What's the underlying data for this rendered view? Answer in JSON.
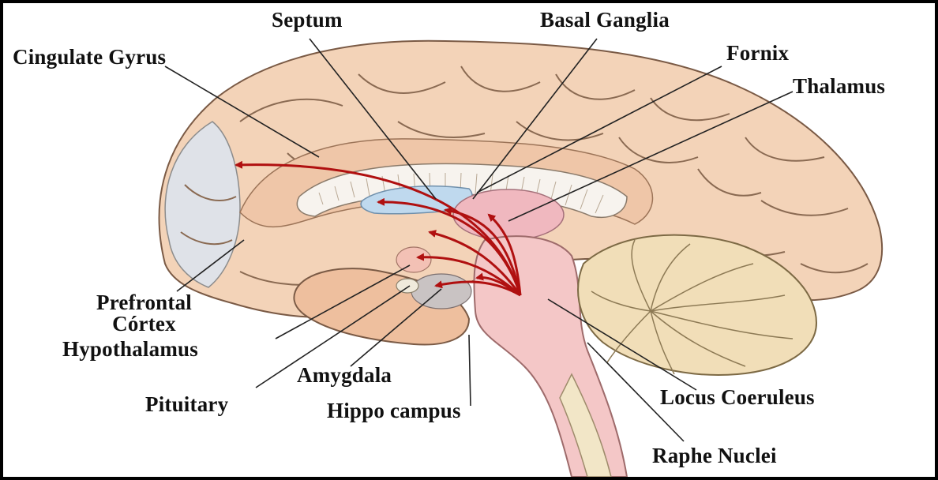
{
  "figure": {
    "labels": {
      "septum": "Septum",
      "basal_ganglia": "Basal Ganglia",
      "cingulate_gyrus": "Cingulate Gyrus",
      "fornix": "Fornix",
      "thalamus": "Thalamus",
      "prefrontal_cortex_line1": "Prefrontal",
      "prefrontal_cortex_line2": "Córtex",
      "hypothalamus": "Hypothalamus",
      "amygdala": "Amygdala",
      "pituitary": "Pituitary",
      "hippocampus": "Hippo campus",
      "locus_coeruleus": "Locus Coeruleus",
      "raphe_nuclei": "Raphe Nuclei"
    },
    "colors": {
      "border": "#000000",
      "cortex": "#f3d3b8",
      "cortex_shade": "#e8b895",
      "prefrontal": "#dfe2e8",
      "cerebellum": "#f1deb8",
      "brainstem": "#f4c7c7",
      "arrows": "#b01010",
      "leader_lines": "#222222"
    }
  }
}
